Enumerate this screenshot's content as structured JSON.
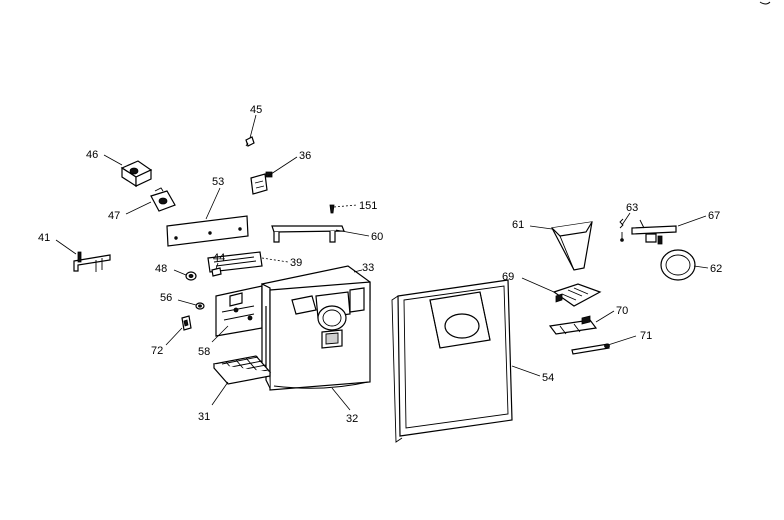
{
  "callouts": {
    "p45": "45",
    "p46": "46",
    "p36": "36",
    "p53": "53",
    "p47": "47",
    "p151": "151",
    "p41": "41",
    "p60": "60",
    "p39": "39",
    "p44": "44",
    "p48": "48",
    "p33": "33",
    "p56": "56",
    "p72": "72",
    "p58": "58",
    "p31": "31",
    "p32": "32",
    "p54": "54",
    "p61": "61",
    "p63": "63",
    "p67": "67",
    "p62": "62",
    "p69": "69",
    "p70": "70",
    "p71": "71"
  }
}
